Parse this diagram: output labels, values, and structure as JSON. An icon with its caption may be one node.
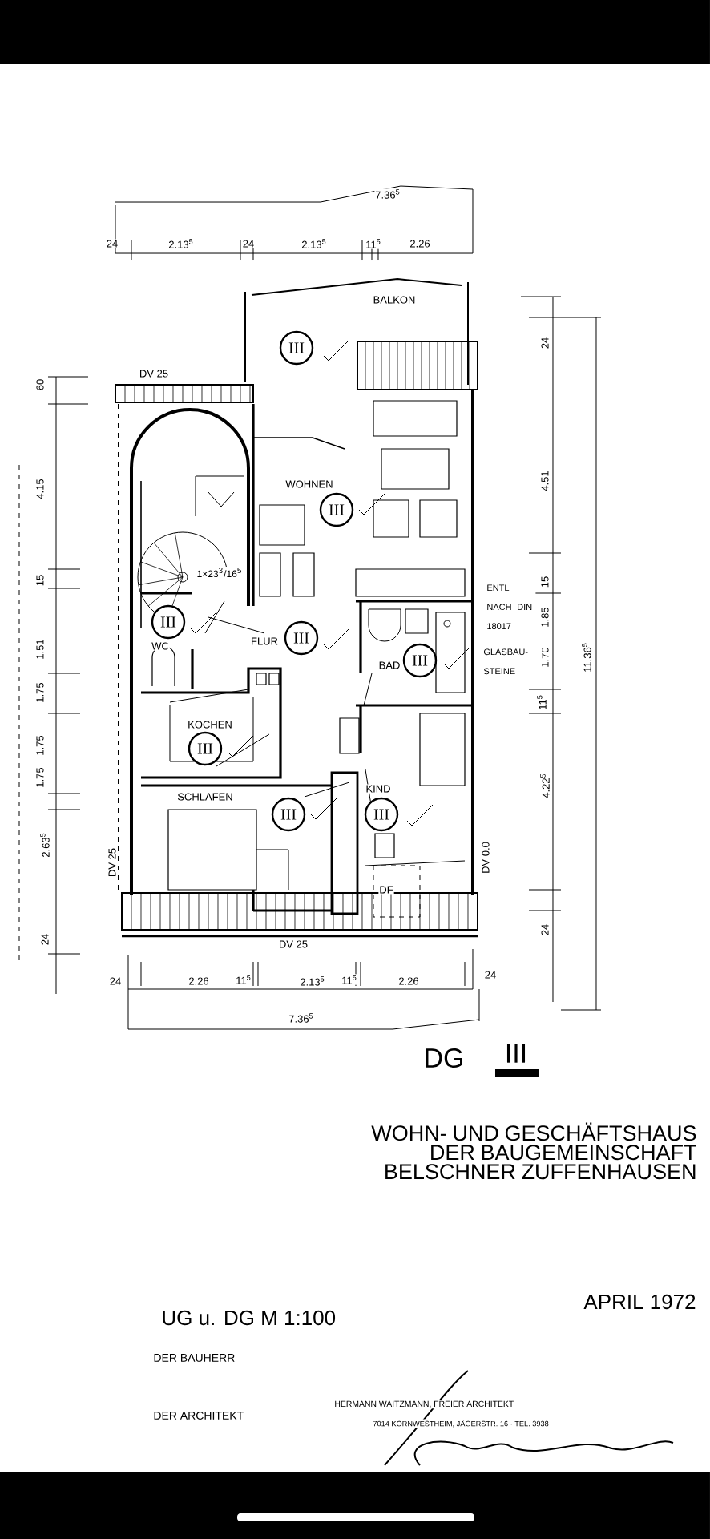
{
  "diagram": {
    "title": "WOHN- UND GESCHÄFTSHAUS DER BAUGEMEINSCHAFT BELSCHNER ZUFFENHAUSEN",
    "nodes": [
      {
        "text": [
          "III"
        ]
      },
      {
        "text": [
          "III"
        ],
        "beside": [
          "WOHNEN"
        ]
      },
      {
        "text": [
          "III"
        ],
        "beside": [
          "WC"
        ]
      },
      {
        "text": [
          "III"
        ],
        "beside": [
          "FLUR"
        ]
      },
      {
        "text": [
          "III"
        ],
        "beside": [
          "BAD"
        ]
      },
      {
        "text": [
          "III"
        ],
        "beside": [
          "KOCHEN"
        ]
      },
      {
        "text": [
          "III"
        ],
        "beside": [
          "SCHLAFEN"
        ]
      },
      {
        "text": [
          "III"
        ],
        "beside": [
          "KIND"
        ]
      }
    ],
    "labels": [
      "7.36$^{5}$",
      "24",
      "2.13$^{5}$",
      "24",
      "2.13$^{5}$",
      "11$^{5}$",
      "2.26",
      "BALKON",
      "DV 25",
      "60",
      "4.15",
      "24",
      "4.51",
      "1×23$^{3}$/16$^{5}$",
      "ENTL NACH DIN 18017",
      "15",
      "15",
      "1.51",
      "1.85",
      "1.70",
      "GLASBAU-STEINE",
      "11$^{5}$",
      "1.75",
      "1.75",
      "1.75",
      "11.36$^{5}$",
      "4.22$^{5}$",
      "2.63$^{5}$",
      "DV 25",
      "DV 0.0",
      "DF",
      "24",
      "24",
      "DV 25",
      "24",
      "2.26",
      "11$^{5}$",
      "2.13$^{5}$",
      "11$^{5}$",
      "2.26",
      "24",
      "7.36$^{5}$",
      "DG",
      "III",
      "UG u. DG M 1:100",
      "APRIL 1972",
      "DER BAUHERR",
      "DER ARCHITEKT",
      "HERMANN WAITZMANN, FREIER ARCHITEKT",
      "7014 KORNWESTHEIM, JÄGERSTR. 16 · TEL. 3938"
    ]
  }
}
